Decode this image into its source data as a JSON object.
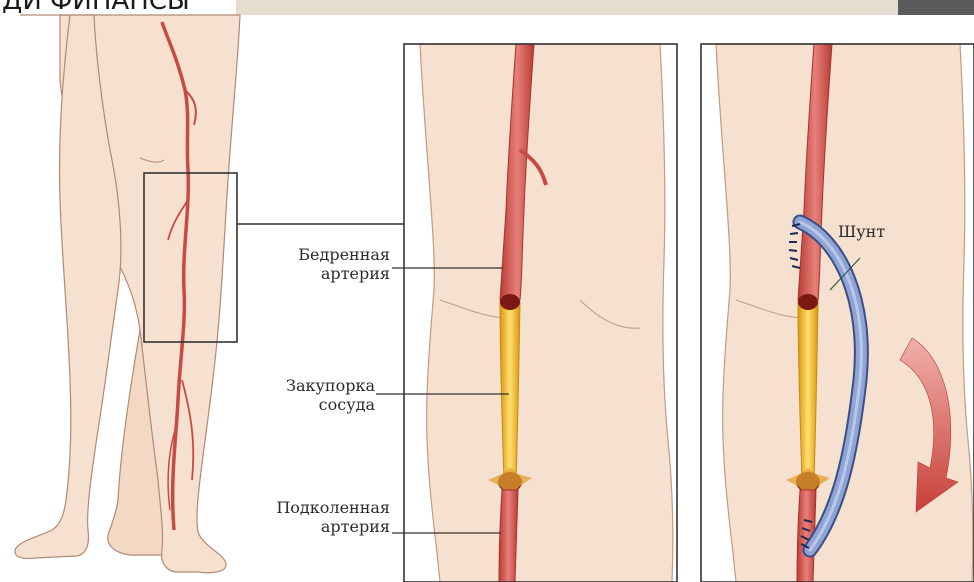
{
  "header": {
    "caption": "ДИ ФИНАНСЫ"
  },
  "labels": {
    "femoral_line1": "Бедренная",
    "femoral_line2": "артерия",
    "occlusion_line1": "Закупорка",
    "occlusion_line2": "сосуда",
    "popliteal_line1": "Подколенная",
    "popliteal_line2": "артерия",
    "shunt": "Шунт"
  },
  "colors": {
    "skin": "#f6e0cf",
    "skin_outline": "#b08a74",
    "artery": "#d9605a",
    "artery_dark": "#a8322c",
    "occlusion": "#f0c020",
    "occlusion_dark": "#c98a10",
    "shunt": "#7f96c8",
    "shunt_outline": "#3b4f86",
    "arrow": "#d9605a"
  }
}
